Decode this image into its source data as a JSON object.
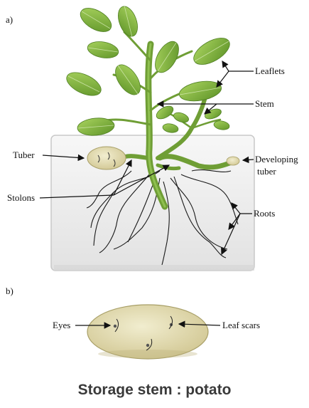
{
  "panel_a_label": "a)",
  "panel_b_label": "b)",
  "labels": {
    "leaflets": "Leaflets",
    "stem": "Stem",
    "tuber": "Tuber",
    "developing_tuber_line1": "Developing",
    "developing_tuber_line2": "tuber",
    "stolons": "Stolons",
    "roots": "Roots",
    "eyes": "Eyes",
    "leaf_scars": "Leaf scars"
  },
  "caption": "Storage stem : potato",
  "colors": {
    "leaf": "#7fb342",
    "leaf_dark": "#5a8c2a",
    "stem": "#6f9e35",
    "tuber": "#e2dcb0",
    "soil_box": "#eeeeee",
    "root": "#1a1a1a"
  }
}
